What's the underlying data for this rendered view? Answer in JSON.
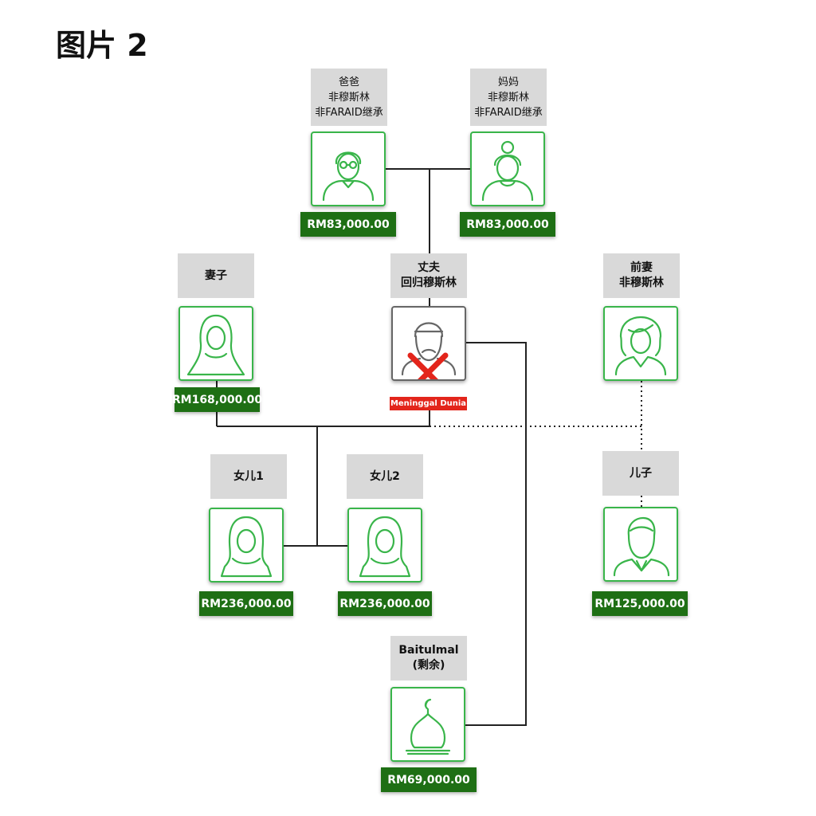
{
  "title": "图片 2",
  "colors": {
    "accent_green": "#39b54a",
    "amount_green": "#1e6f14",
    "deceased_red": "#e3251b",
    "label_grey": "#d9d9d9"
  },
  "people": {
    "father": {
      "label_lines": [
        "爸爸",
        "非穆斯林",
        "非FARAID继承"
      ],
      "amount": "RM83,000.00",
      "icon": "elderly-man-icon"
    },
    "mother": {
      "label_lines": [
        "妈妈",
        "非穆斯林",
        "非FARAID继承"
      ],
      "amount": "RM83,000.00",
      "icon": "elderly-woman-icon"
    },
    "wife": {
      "label_lines": [
        "妻子"
      ],
      "amount": "RM168,000.00",
      "icon": "hijab-woman-icon"
    },
    "husband": {
      "label_lines": [
        "丈夫",
        "回归穆斯林"
      ],
      "status": "Meninggal Dunia",
      "icon": "bearded-man-icon"
    },
    "ex_wife": {
      "label_lines": [
        "前妻",
        "非穆斯林"
      ],
      "icon": "curly-hair-woman-icon"
    },
    "daughter1": {
      "label_lines": [
        "女儿1"
      ],
      "amount": "RM236,000.00",
      "icon": "hijab-girl-icon"
    },
    "daughter2": {
      "label_lines": [
        "女儿2"
      ],
      "amount": "RM236,000.00",
      "icon": "hijab-girl-icon"
    },
    "son": {
      "label_lines": [
        "儿子"
      ],
      "amount": "RM125,000.00",
      "icon": "young-man-icon"
    },
    "baitulmal": {
      "label_lines": [
        "Baitulmal",
        "(剩余)"
      ],
      "amount": "RM69,000.00",
      "icon": "mosque-dome-icon"
    }
  }
}
